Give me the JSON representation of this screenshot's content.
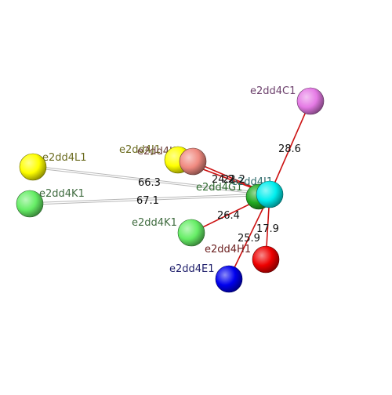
{
  "nodes": [
    {
      "id": "e2dd4L1",
      "label": "e2dd4L1",
      "color": "#ffff00",
      "label_color": "#6b6b1f"
    },
    {
      "id": "e2dd4K1_left",
      "label": "e2dd4K1",
      "color": "#66ee66",
      "label_color": "#3f6b3f"
    },
    {
      "id": "e2dd4J1",
      "label": "e2dd4J1",
      "color": "#ffff00",
      "label_color": "#6b6b1f"
    },
    {
      "id": "e2dd4I1",
      "label": "e2dd4I1",
      "color": "#f08a80",
      "label_color": "#6b3f3a"
    },
    {
      "id": "e2dd4C1",
      "label": "e2dd4C1",
      "color": "#e57ae5",
      "label_color": "#6b3f6b"
    },
    {
      "id": "e2dd4G1",
      "label": "e2dd4G1",
      "color": "#22aa22",
      "label_color": "#2f6b2f"
    },
    {
      "id": "e2dd4I1_center",
      "label": "e2dd4I1",
      "color": "#00eeee",
      "label_color": "#2f6b6b"
    },
    {
      "id": "e2dd4K1_mid",
      "label": "e2dd4K1",
      "color": "#66ee66",
      "label_color": "#3f6b3f"
    },
    {
      "id": "e2dd4H1",
      "label": "e2dd4H1",
      "color": "#ee0000",
      "label_color": "#6b1f1f"
    },
    {
      "id": "e2dd4E1",
      "label": "e2dd4E1",
      "color": "#0000ee",
      "label_color": "#1f1f6b"
    }
  ],
  "edges": [
    {
      "from": "e2dd4L1",
      "to": "e2dd4I1_center",
      "label": "66.3",
      "style": "gray"
    },
    {
      "from": "e2dd4K1_left",
      "to": "e2dd4I1_center",
      "label": "67.1",
      "style": "gray"
    },
    {
      "from": "e2dd4C1",
      "to": "e2dd4I1_center",
      "label": "28.6",
      "style": "red"
    },
    {
      "from": "e2dd4I1",
      "to": "e2dd4I1_center",
      "label": "24.2",
      "style": "red"
    },
    {
      "from": "e2dd4J1",
      "to": "e2dd4I1_center",
      "label": "22.2",
      "style": "red"
    },
    {
      "from": "e2dd4K1_mid",
      "to": "e2dd4I1_center",
      "label": "26.4",
      "style": "red"
    },
    {
      "from": "e2dd4H1",
      "to": "e2dd4I1_center",
      "label": "17.9",
      "style": "red"
    },
    {
      "from": "e2dd4E1",
      "to": "e2dd4I1_center",
      "label": "25.9",
      "style": "red"
    }
  ]
}
